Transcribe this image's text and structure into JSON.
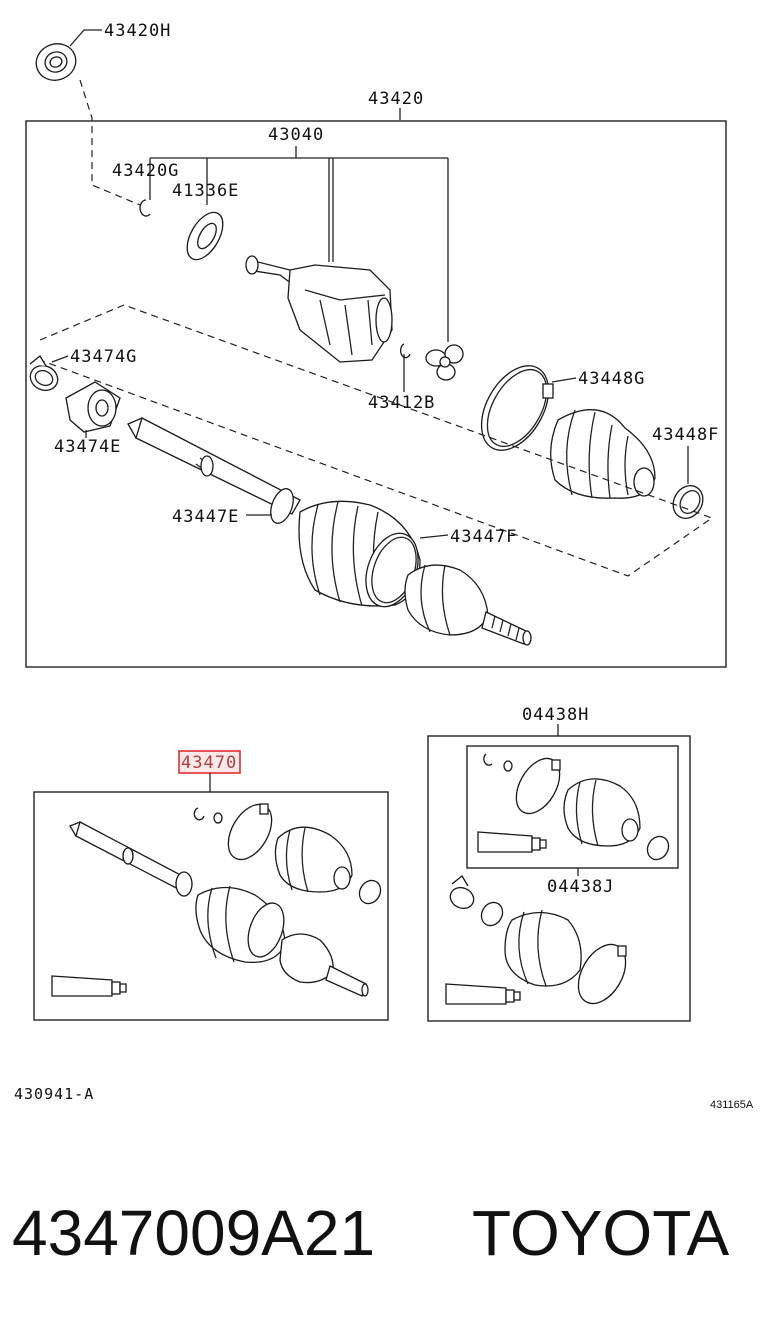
{
  "labels": {
    "p43420H": "43420H",
    "p43420": "43420",
    "p43040": "43040",
    "p43420G": "43420G",
    "p41336E": "41336E",
    "p43474G": "43474G",
    "p43474E": "43474E",
    "p43412B": "43412B",
    "p43448G": "43448G",
    "p43448F": "43448F",
    "p43447E": "43447E",
    "p43447F": "43447F",
    "p43470": "43470",
    "p04438H": "04438H",
    "p04438J": "04438J"
  },
  "footer": {
    "diagram_ref_left": "430941-A",
    "diagram_ref_right": "431165A",
    "part_number": "4347009A21",
    "brand": "TOYOTA"
  },
  "highlight_color": "#e03030"
}
